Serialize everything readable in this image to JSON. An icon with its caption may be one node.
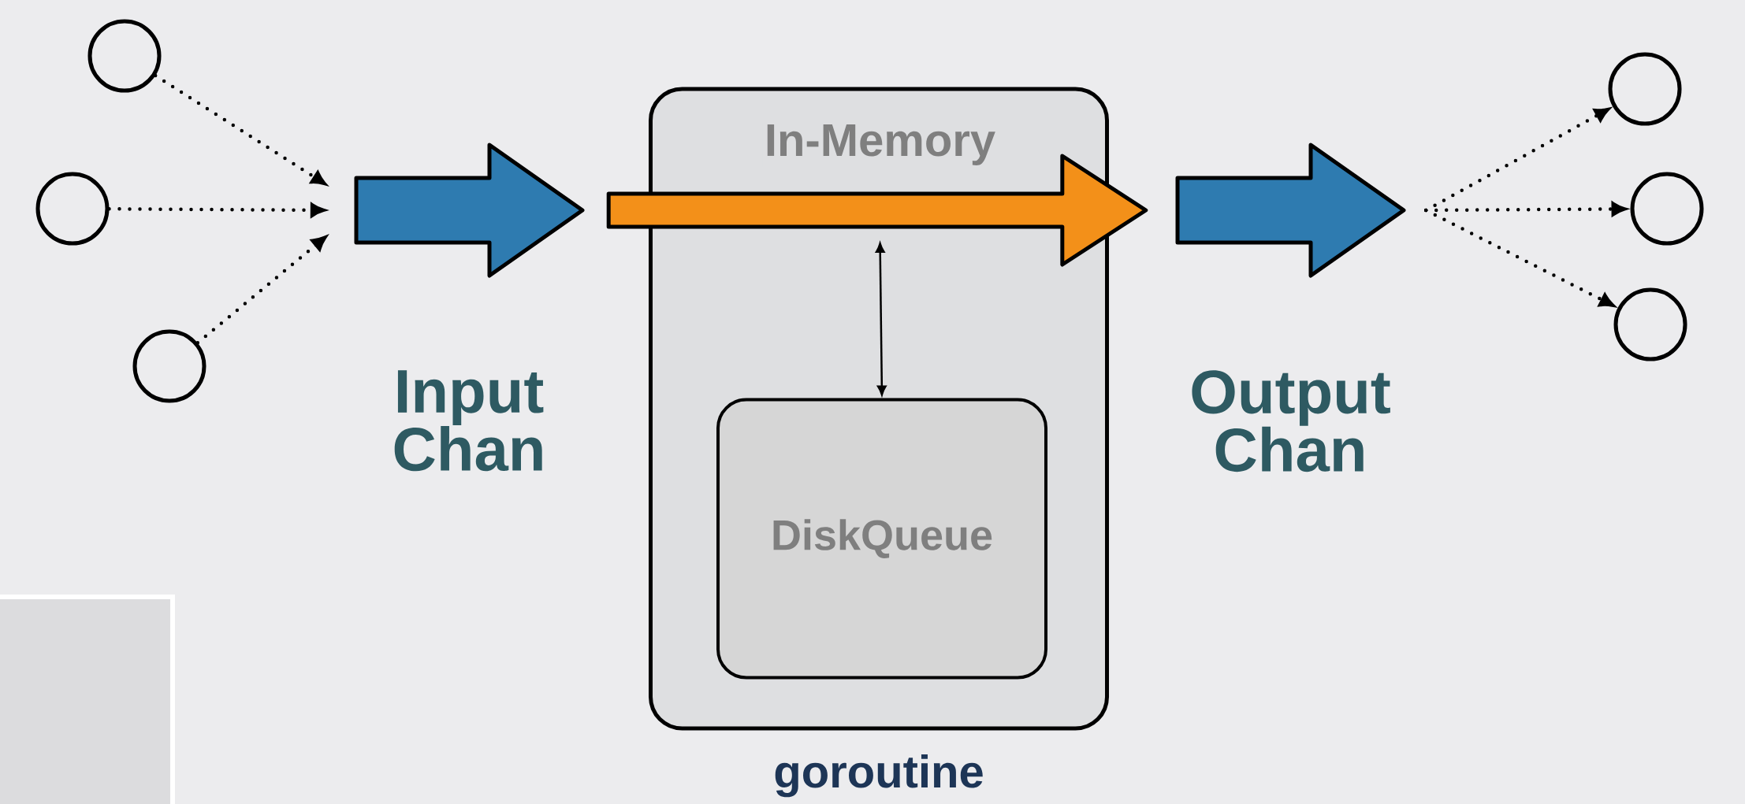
{
  "diagram": {
    "nodes": [
      {
        "text": [],
        "shape": "circle"
      },
      {
        "text": [],
        "shape": "circle"
      },
      {
        "text": [],
        "shape": "circle"
      },
      {
        "text": [
          "Input Chan"
        ]
      },
      {
        "text": [
          "goroutine"
        ]
      },
      {
        "text": [
          "DiskQueue"
        ],
        "in": 4
      },
      {
        "text": [
          "Output Chan"
        ]
      },
      {
        "text": [],
        "shape": "circle"
      },
      {
        "text": [],
        "shape": "circle"
      },
      {
        "text": [],
        "shape": "circle"
      }
    ],
    "edges": [
      {
        "from": 0,
        "to": 3,
        "arrow": "to",
        "style": "dashed"
      },
      {
        "from": 1,
        "to": 3,
        "arrow": "to",
        "style": "dashed"
      },
      {
        "from": 2,
        "to": 3,
        "arrow": "to",
        "style": "dashed"
      },
      {
        "from": 3,
        "to": 6,
        "arrow": "to",
        "label": "In-Memory",
        "style": "thick",
        "color": "#f39019"
      },
      {
        "from": null,
        "to": 5,
        "arrow": "both"
      },
      {
        "from": 6,
        "to": 7,
        "arrow": "to",
        "style": "dashed"
      },
      {
        "from": 6,
        "to": 8,
        "arrow": "to",
        "style": "dashed"
      },
      {
        "from": 6,
        "to": 9,
        "arrow": "to",
        "style": "dashed"
      }
    ]
  }
}
